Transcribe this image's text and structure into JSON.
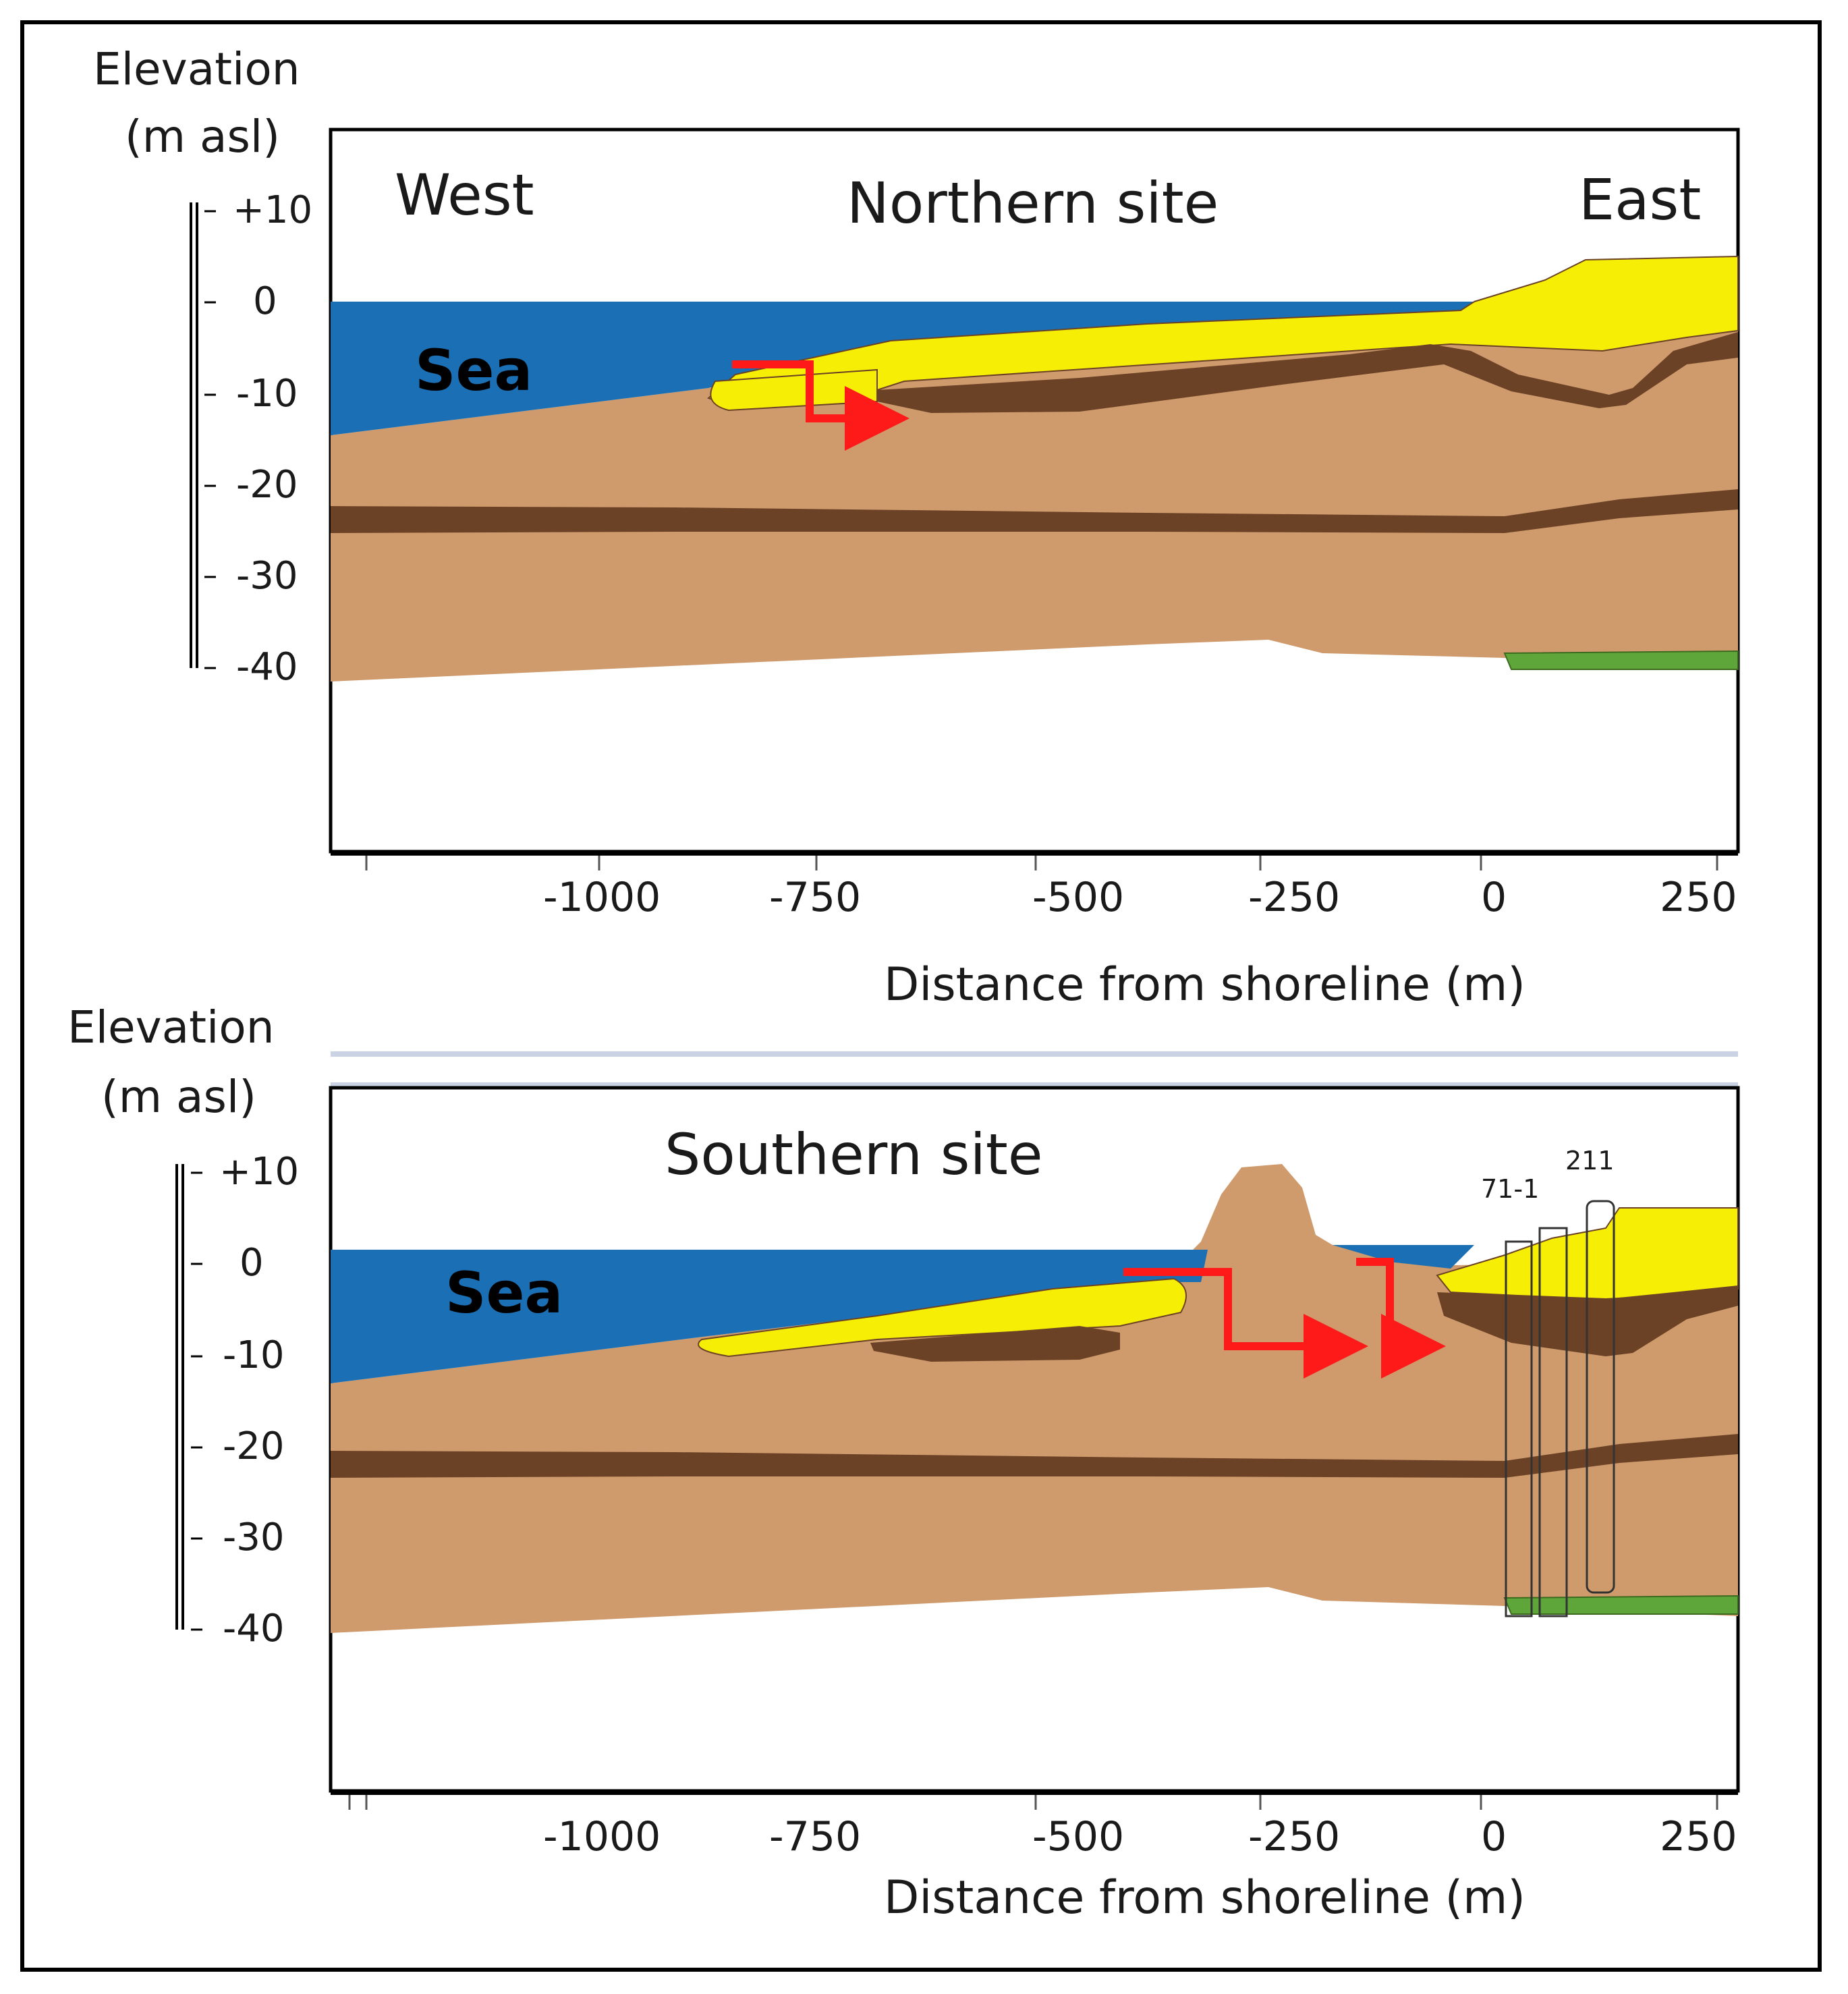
{
  "panels": [
    {
      "site_label": "Northern site",
      "west_label": "West",
      "east_label": "East",
      "sea_label": "Sea",
      "y_axis_title_line1": "Elevation",
      "y_axis_title_line2": "(m asl)",
      "y_ticks": [
        "+10",
        "0",
        "-10",
        "-20",
        "-30",
        "-40"
      ],
      "x_ticks": [
        "-1000",
        "-750",
        "-500",
        "-250",
        "0",
        "250"
      ],
      "x_axis_title": "Distance from shoreline (m)"
    },
    {
      "site_label": "Southern site",
      "sea_label": "Sea",
      "y_axis_title_line1": "Elevation",
      "y_axis_title_line2": "(m asl)",
      "y_ticks": [
        "+10",
        "0",
        "-10",
        "-20",
        "-30",
        "-40"
      ],
      "x_ticks": [
        "-1000",
        "-750",
        "-500",
        "-250",
        "0",
        "250"
      ],
      "x_axis_title": "Distance from shoreline (m)",
      "well_labels": [
        "71-1",
        "211"
      ]
    }
  ],
  "colors": {
    "sea": "#1a6fb5",
    "sand_yellow": "#f7ee05",
    "silt_brown": "#cf9a6c",
    "clay_dark": "#6b4226",
    "aquifer_green": "#5ea63a",
    "flow_arrow": "#ff1a1a"
  }
}
